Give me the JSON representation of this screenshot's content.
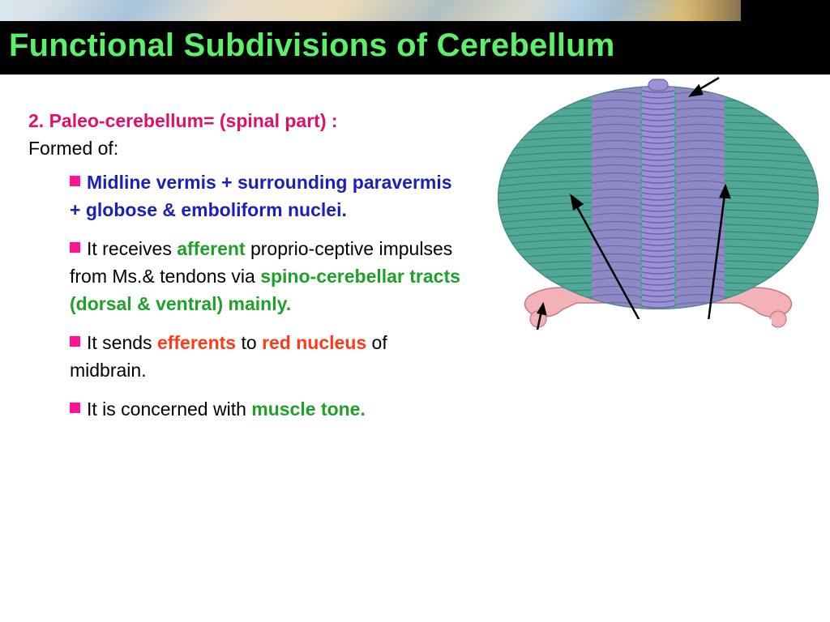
{
  "slide": {
    "title": "Functional Subdivisions of Cerebellum",
    "heading": "2. Paleo-cerebellum= (spinal part) :",
    "formed_of": "Formed of:",
    "bullets": [
      {
        "parts": [
          {
            "text": "Midline vermis + surrounding paravermis + globose & emboliform nuclei.",
            "style": "blue-bold"
          }
        ]
      },
      {
        "parts": [
          {
            "text": "It receives ",
            "style": "plain"
          },
          {
            "text": "afferent",
            "style": "green-bold"
          },
          {
            "text": " proprio-ceptive impulses from Ms.& tendons via ",
            "style": "plain"
          },
          {
            "text": "spino-cerebellar tracts (dorsal & ventral) mainly.",
            "style": "green-bold"
          }
        ]
      },
      {
        "parts": [
          {
            "text": "It sends ",
            "style": "plain"
          },
          {
            "text": "efferents",
            "style": "red-bold"
          },
          {
            "text": " to ",
            "style": "plain"
          },
          {
            "text": "red nucleus",
            "style": "red-bold"
          },
          {
            "text": " of midbrain.",
            "style": "plain"
          }
        ]
      },
      {
        "parts": [
          {
            "text": "It is concerned with ",
            "style": "plain"
          },
          {
            "text": "muscle tone.",
            "style": "green-bold"
          }
        ]
      }
    ]
  },
  "colors": {
    "title": "#5cf06a",
    "heading": "#e0106a",
    "bullet_marker": "#ff1493",
    "blue_text": "#1a20b8",
    "green_text": "#1fa02a",
    "red_text": "#ff3a1a",
    "hemisphere": "#52a898",
    "vermis": "#9088c8",
    "brainstem": "#f2b2b8"
  },
  "figure": {
    "icon": "cerebellum-illustration"
  }
}
